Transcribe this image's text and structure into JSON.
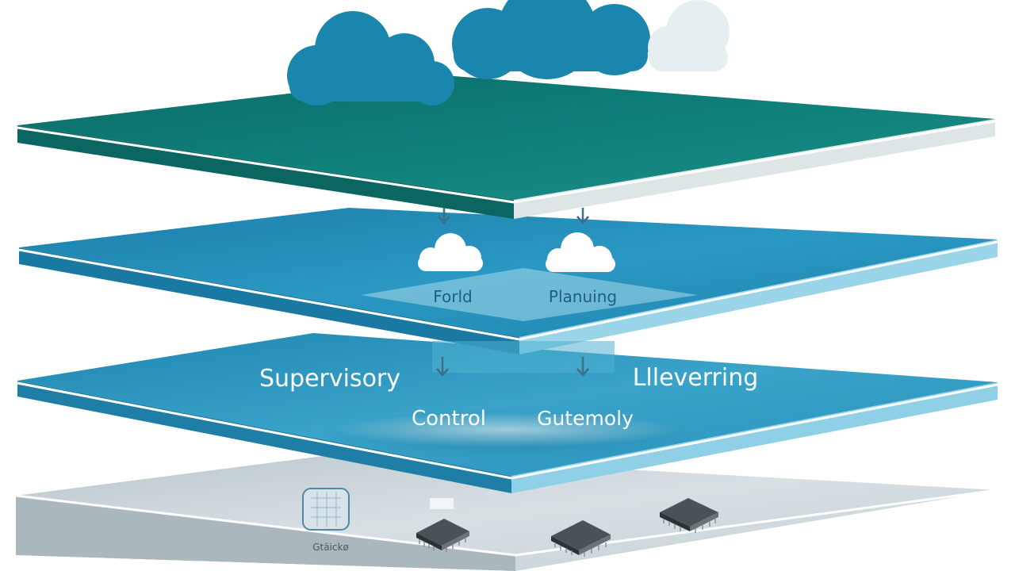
{
  "layers": {
    "top": {
      "color_top": "#0e7a78",
      "color_dark": "#08615f"
    },
    "planning": {
      "left_label": "Forld",
      "right_label": "Planuing",
      "color": "#1f8fba"
    },
    "supervisory": {
      "left_label": "Supervisory",
      "right_label": "Llleverring",
      "sub_left_label": "Control",
      "sub_right_label": "Gutemoly",
      "color": "#2796c0"
    },
    "field": {
      "device_label": "Gtäickø",
      "color": "#c9d3d8"
    }
  },
  "clouds": [
    {
      "name": "cloud-left",
      "color": "#1a86ad"
    },
    {
      "name": "cloud-center",
      "color": "#1a86ad"
    },
    {
      "name": "cloud-right",
      "color": "#e6eef1"
    }
  ],
  "icons": {
    "small_clouds": [
      "cloud-icon-planning-left",
      "cloud-icon-planning-right"
    ],
    "arrows": [
      "arrow-down-icon"
    ],
    "chips": [
      "chip-icon-1",
      "chip-icon-2",
      "chip-icon-3"
    ],
    "device": "device-frame-icon"
  }
}
